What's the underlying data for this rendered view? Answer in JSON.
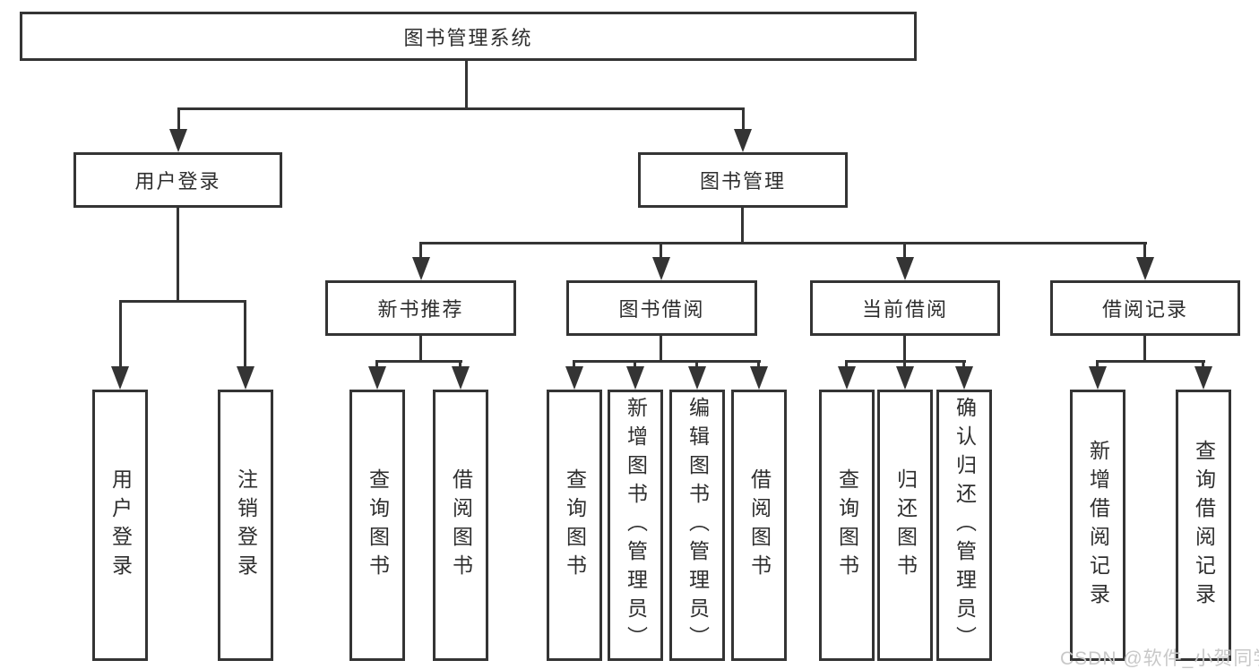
{
  "diagram_type": "hierarchy-tree",
  "tree": {
    "label": "图书管理系统",
    "children": [
      {
        "label": "用户登录",
        "children": [
          {
            "label": "用户登录"
          },
          {
            "label": "注销登录"
          }
        ]
      },
      {
        "label": "图书管理",
        "children": [
          {
            "label": "新书推荐",
            "children": [
              {
                "label": "查询图书"
              },
              {
                "label": "借阅图书"
              }
            ]
          },
          {
            "label": "图书借阅",
            "children": [
              {
                "label": "查询图书"
              },
              {
                "label": "新增图书（管理员）"
              },
              {
                "label": "编辑图书（管理员）"
              },
              {
                "label": "借阅图书"
              }
            ]
          },
          {
            "label": "当前借阅",
            "children": [
              {
                "label": "查询图书"
              },
              {
                "label": "归还图书"
              },
              {
                "label": "确认归还（管理员）"
              }
            ]
          },
          {
            "label": "借阅记录",
            "children": [
              {
                "label": "新增借阅记录"
              },
              {
                "label": "查询借阅记录"
              }
            ]
          }
        ]
      }
    ]
  },
  "watermark": "CSDN @软件_小贺同学",
  "colors": {
    "line": "#343434",
    "box_border": "#343434",
    "box_fill": "#ffffff",
    "text": "#2e2e2e",
    "watermark": "#c8c8c8",
    "background": "#ffffff"
  }
}
